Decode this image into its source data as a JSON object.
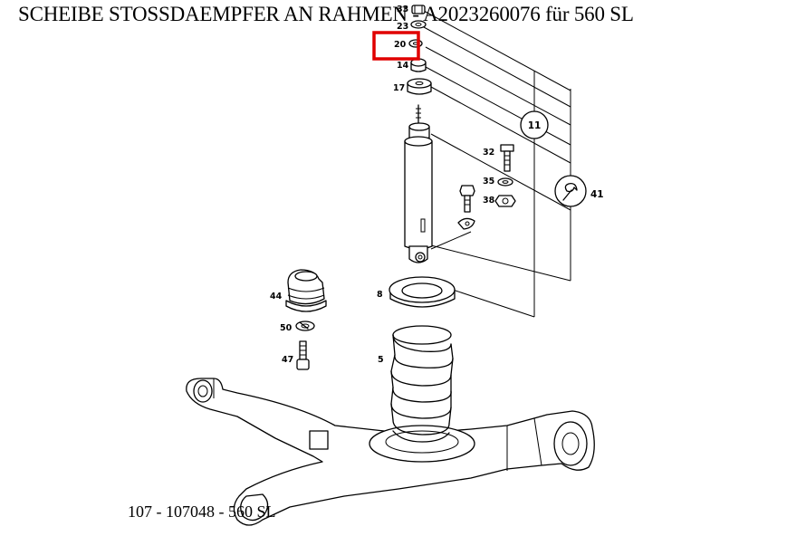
{
  "title": "SCHEIBE STOSSDAEMPFER AN RAHMEN - A2023260076 für 560 SL",
  "footer": "107 - 107048 - 560 SL",
  "highlight_color": "#e00000",
  "highlighted_part": "20",
  "callouts": {
    "p33": "33",
    "p23": "23",
    "p20": "20",
    "p14": "14",
    "p17": "17",
    "p11": "11",
    "p32": "32",
    "p35": "35",
    "p38": "38",
    "p41": "41",
    "p44": "44",
    "p8": "8",
    "p50": "50",
    "p47": "47",
    "p5": "5"
  },
  "icons": [
    "wrench-icon"
  ]
}
